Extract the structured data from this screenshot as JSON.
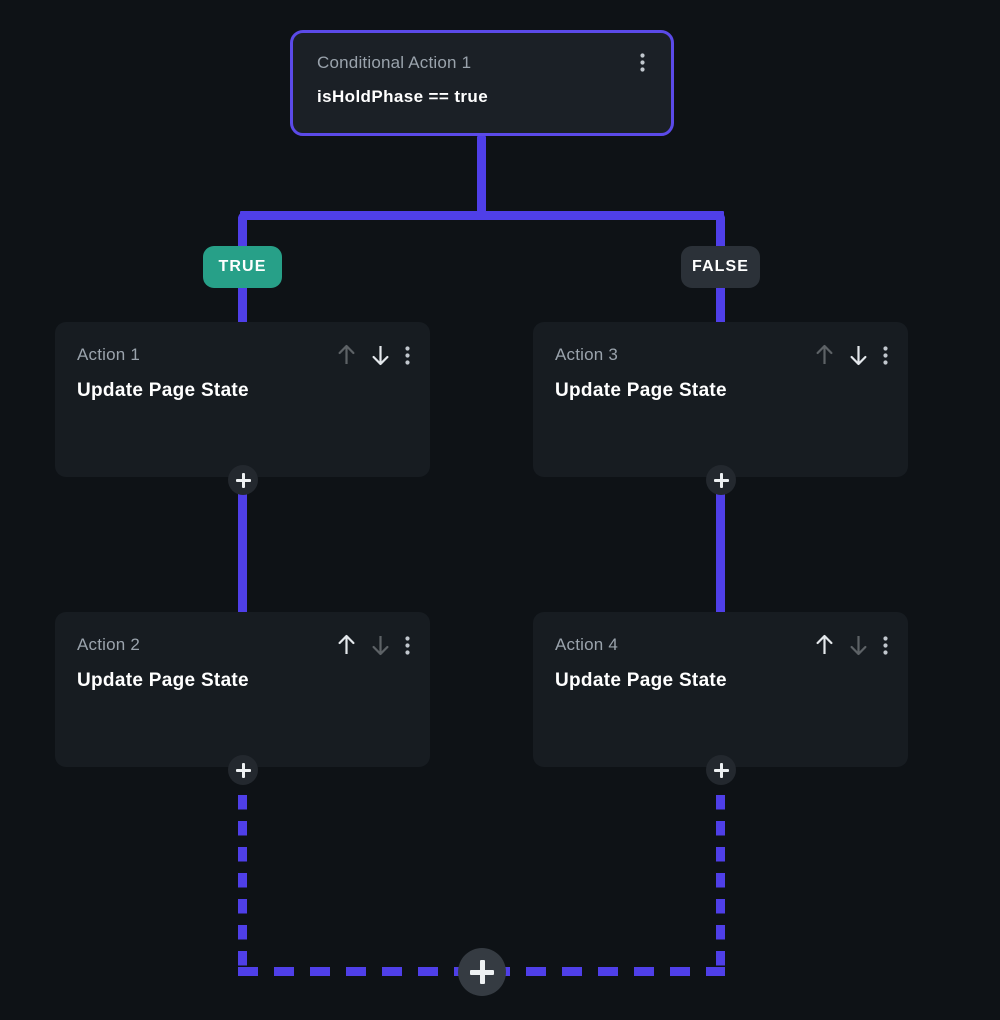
{
  "canvas": {
    "background_color": "#0e1216",
    "edge_color": "#4f3fe8"
  },
  "conditional_node": {
    "label": "Conditional Action 1",
    "expression": "isHoldPhase == true",
    "border_color": "#5b4ae8",
    "menu_icon": "kebab-menu-icon"
  },
  "branches": [
    {
      "key": "true",
      "label": "TRUE",
      "color": "#27a088"
    },
    {
      "key": "false",
      "label": "FALSE",
      "color": "#2b3138"
    }
  ],
  "actions": [
    {
      "label": "Action 1",
      "name": "Update Page State",
      "branch": "true",
      "move_up_enabled": false,
      "move_down_enabled": true
    },
    {
      "label": "Action 2",
      "name": "Update Page State",
      "branch": "true",
      "move_up_enabled": true,
      "move_down_enabled": false
    },
    {
      "label": "Action 3",
      "name": "Update Page State",
      "branch": "false",
      "move_up_enabled": false,
      "move_down_enabled": true
    },
    {
      "label": "Action 4",
      "name": "Update Page State",
      "branch": "false",
      "move_up_enabled": true,
      "move_down_enabled": false
    }
  ],
  "icons": {
    "move_up": "arrow-up-icon",
    "move_down": "arrow-down-icon",
    "menu": "kebab-menu-icon",
    "add": "plus-icon"
  },
  "add_buttons": [
    {
      "id": "add-after-action-1",
      "size": "small"
    },
    {
      "id": "add-after-action-2",
      "size": "small"
    },
    {
      "id": "add-after-action-3",
      "size": "small"
    },
    {
      "id": "add-after-action-4",
      "size": "small"
    },
    {
      "id": "add-after-merge",
      "size": "big"
    }
  ]
}
